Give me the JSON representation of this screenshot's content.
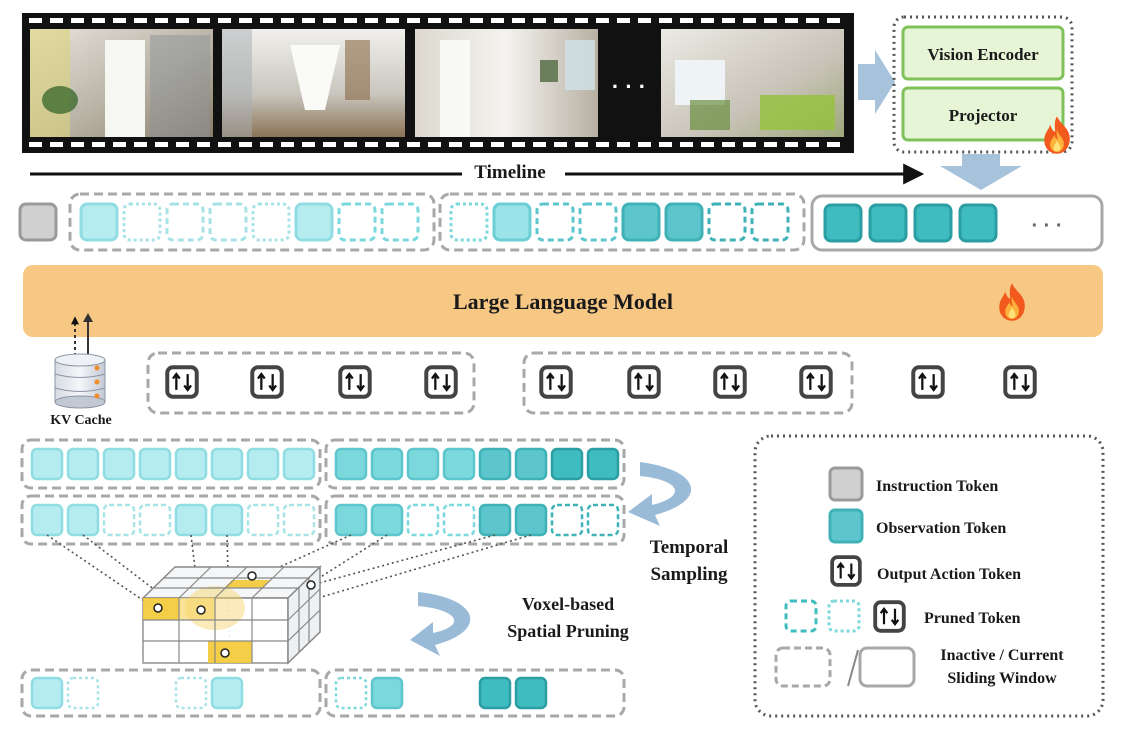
{
  "colors": {
    "obs_light": "#b4ecf0",
    "obs_mid": "#7bd8dd",
    "obs_dark": "#3fbcbf",
    "instruction": "#d0d0d0",
    "llm": "#f7c784",
    "green_fill": "#e6f5d6",
    "green_stroke": "#7fc25a",
    "film": "#111111",
    "arrow_blue": "#a7c3dc"
  },
  "labels": {
    "vision_encoder": "Vision Encoder",
    "projector": "Projector",
    "timeline": "Timeline",
    "llm": "Large Language Model",
    "kv_cache": "KV Cache",
    "temporal_sampling_1": "Temporal",
    "temporal_sampling_2": "Sampling",
    "voxel_pruning_1": "Voxel-based",
    "voxel_pruning_2": "Spatial Pruning",
    "ellipsis": "· · ·",
    "ellipsis_tokens": "· · ·"
  },
  "legend": {
    "instruction": "Instruction Token",
    "observation": "Observation Token",
    "output_action": "Output Action Token",
    "pruned": "Pruned Token",
    "window_1": "Inactive / Current",
    "window_2": "Sliding Window"
  },
  "icons": {
    "fire": "fire-icon",
    "database": "database-icon",
    "action": "action-token-icon"
  }
}
